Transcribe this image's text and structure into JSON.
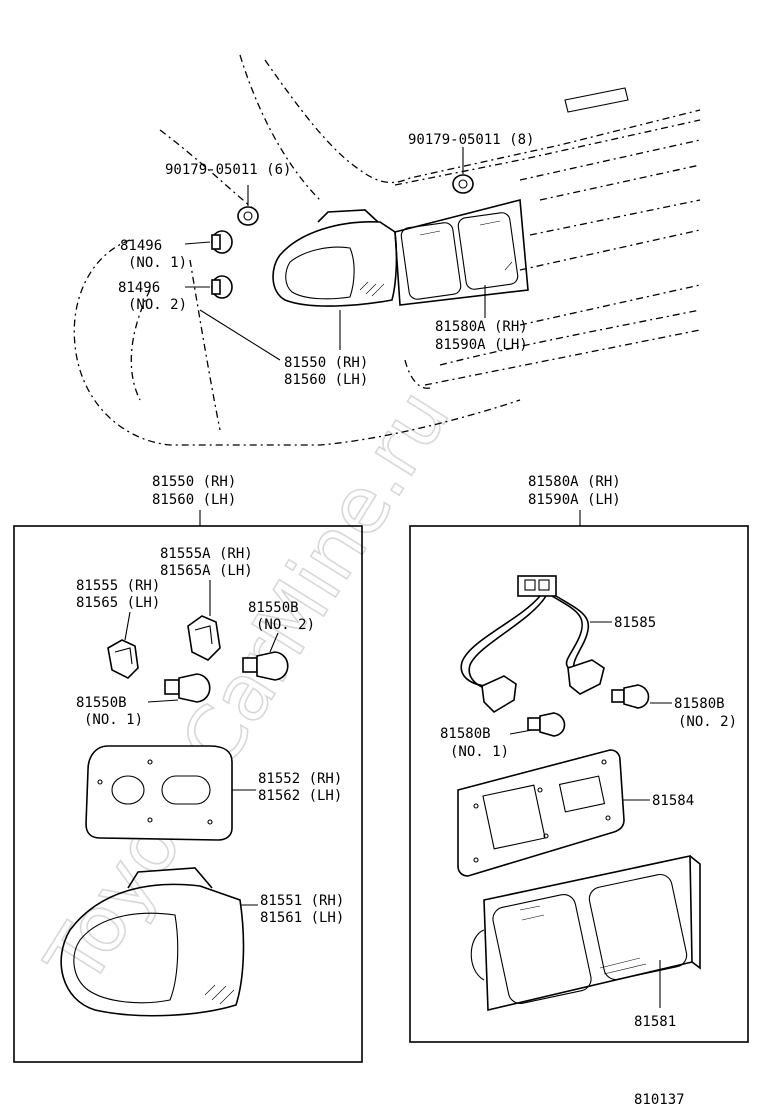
{
  "watermark": "ToyotaCarMine.ru",
  "top": {
    "clip_left": "90179-05011 (6)",
    "clip_right": "90179-05011 (8)",
    "grom1_a": "81496",
    "grom1_b": "(NO. 1)",
    "grom2_a": "81496",
    "grom2_b": "(NO. 2)",
    "lamp_rh": "81550 (RH)",
    "lamp_lh": "81560 (LH)",
    "rear_rh": "81580A (RH)",
    "rear_lh": "81590A (LH)"
  },
  "left_box": {
    "head_rh": "81550 (RH)",
    "head_lh": "81560 (LH)",
    "sockA_rh": "81555A (RH)",
    "sockA_lh": "81565A (LH)",
    "sock_rh": "81555 (RH)",
    "sock_lh": "81565 (LH)",
    "bulb2_a": "81550B",
    "bulb2_b": "(NO. 2)",
    "bulb1_a": "81550B",
    "bulb1_b": "(NO. 1)",
    "gasket_rh": "81552 (RH)",
    "gasket_lh": "81562 (LH)",
    "lens_rh": "81551 (RH)",
    "lens_lh": "81561 (LH)"
  },
  "right_box": {
    "head_rh": "81580A (RH)",
    "head_lh": "81590A (LH)",
    "wire": "81585",
    "bulb2_a": "81580B",
    "bulb2_b": "(NO. 2)",
    "bulb1_a": "81580B",
    "bulb1_b": "(NO. 1)",
    "gasket": "81584",
    "lens": "81581"
  },
  "figure_no": "810137"
}
